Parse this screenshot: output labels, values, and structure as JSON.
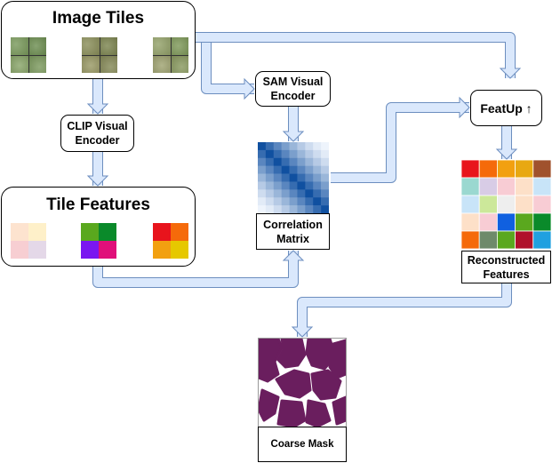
{
  "image_tiles": {
    "title": "Image Tiles",
    "tiles": [
      {
        "colors": [
          "#7a9a5c",
          "#6e8f52",
          "#8aa66a",
          "#7c9a5e"
        ]
      },
      {
        "colors": [
          "#8b8f5a",
          "#7d8550",
          "#9a9a66",
          "#868a58"
        ]
      },
      {
        "colors": [
          "#94a26a",
          "#7f9a5a",
          "#a0a472",
          "#8a9a60"
        ]
      }
    ]
  },
  "clip_encoder": {
    "label": "CLIP Visual\nEncoder"
  },
  "tile_features": {
    "title": "Tile Features",
    "groups": [
      {
        "colors": [
          "#fde3cf",
          "#fef0c9",
          "#f7ced2",
          "#e4d8e8"
        ]
      },
      {
        "colors": [
          "#5aa81e",
          "#0a8a2a",
          "#7a16f0",
          "#e0107a"
        ]
      },
      {
        "colors": [
          "#e8141c",
          "#f56a0a",
          "#f2a010",
          "#e6c800"
        ]
      }
    ]
  },
  "sam_encoder": {
    "label": "SAM Visual\nEncoder"
  },
  "correlation_matrix": {
    "label": "Correlation\nMatrix",
    "size": 9
  },
  "featup": {
    "label": "FeatUp ↑"
  },
  "reconstructed_features": {
    "label": "Reconstructed\nFeatures",
    "grid": [
      [
        "#e8141c",
        "#f56a0a",
        "#f2a010",
        "#e8a812",
        "#a0522d"
      ],
      [
        "#9ad8d0",
        "#d8cce6",
        "#f8ccd4",
        "#fde0c8",
        "#c8e4f8"
      ],
      [
        "#c8e4f8",
        "#cce89a",
        "#eeeeee",
        "#fde0c8",
        "#f8ccd4"
      ],
      [
        "#fde0c8",
        "#f8ccd4",
        "#1060e0",
        "#5aa81e",
        "#0a8a2a"
      ],
      [
        "#f56a0a",
        "#6e8a6a",
        "#5aa81e",
        "#b0102a",
        "#20a0e0"
      ]
    ]
  },
  "coarse_mask": {
    "label": "Coarse Mask",
    "mask_color": "#6a1e5e"
  },
  "colors": {
    "arrow_fill": "#dae8fc",
    "arrow_stroke": "#6c8ebf"
  }
}
